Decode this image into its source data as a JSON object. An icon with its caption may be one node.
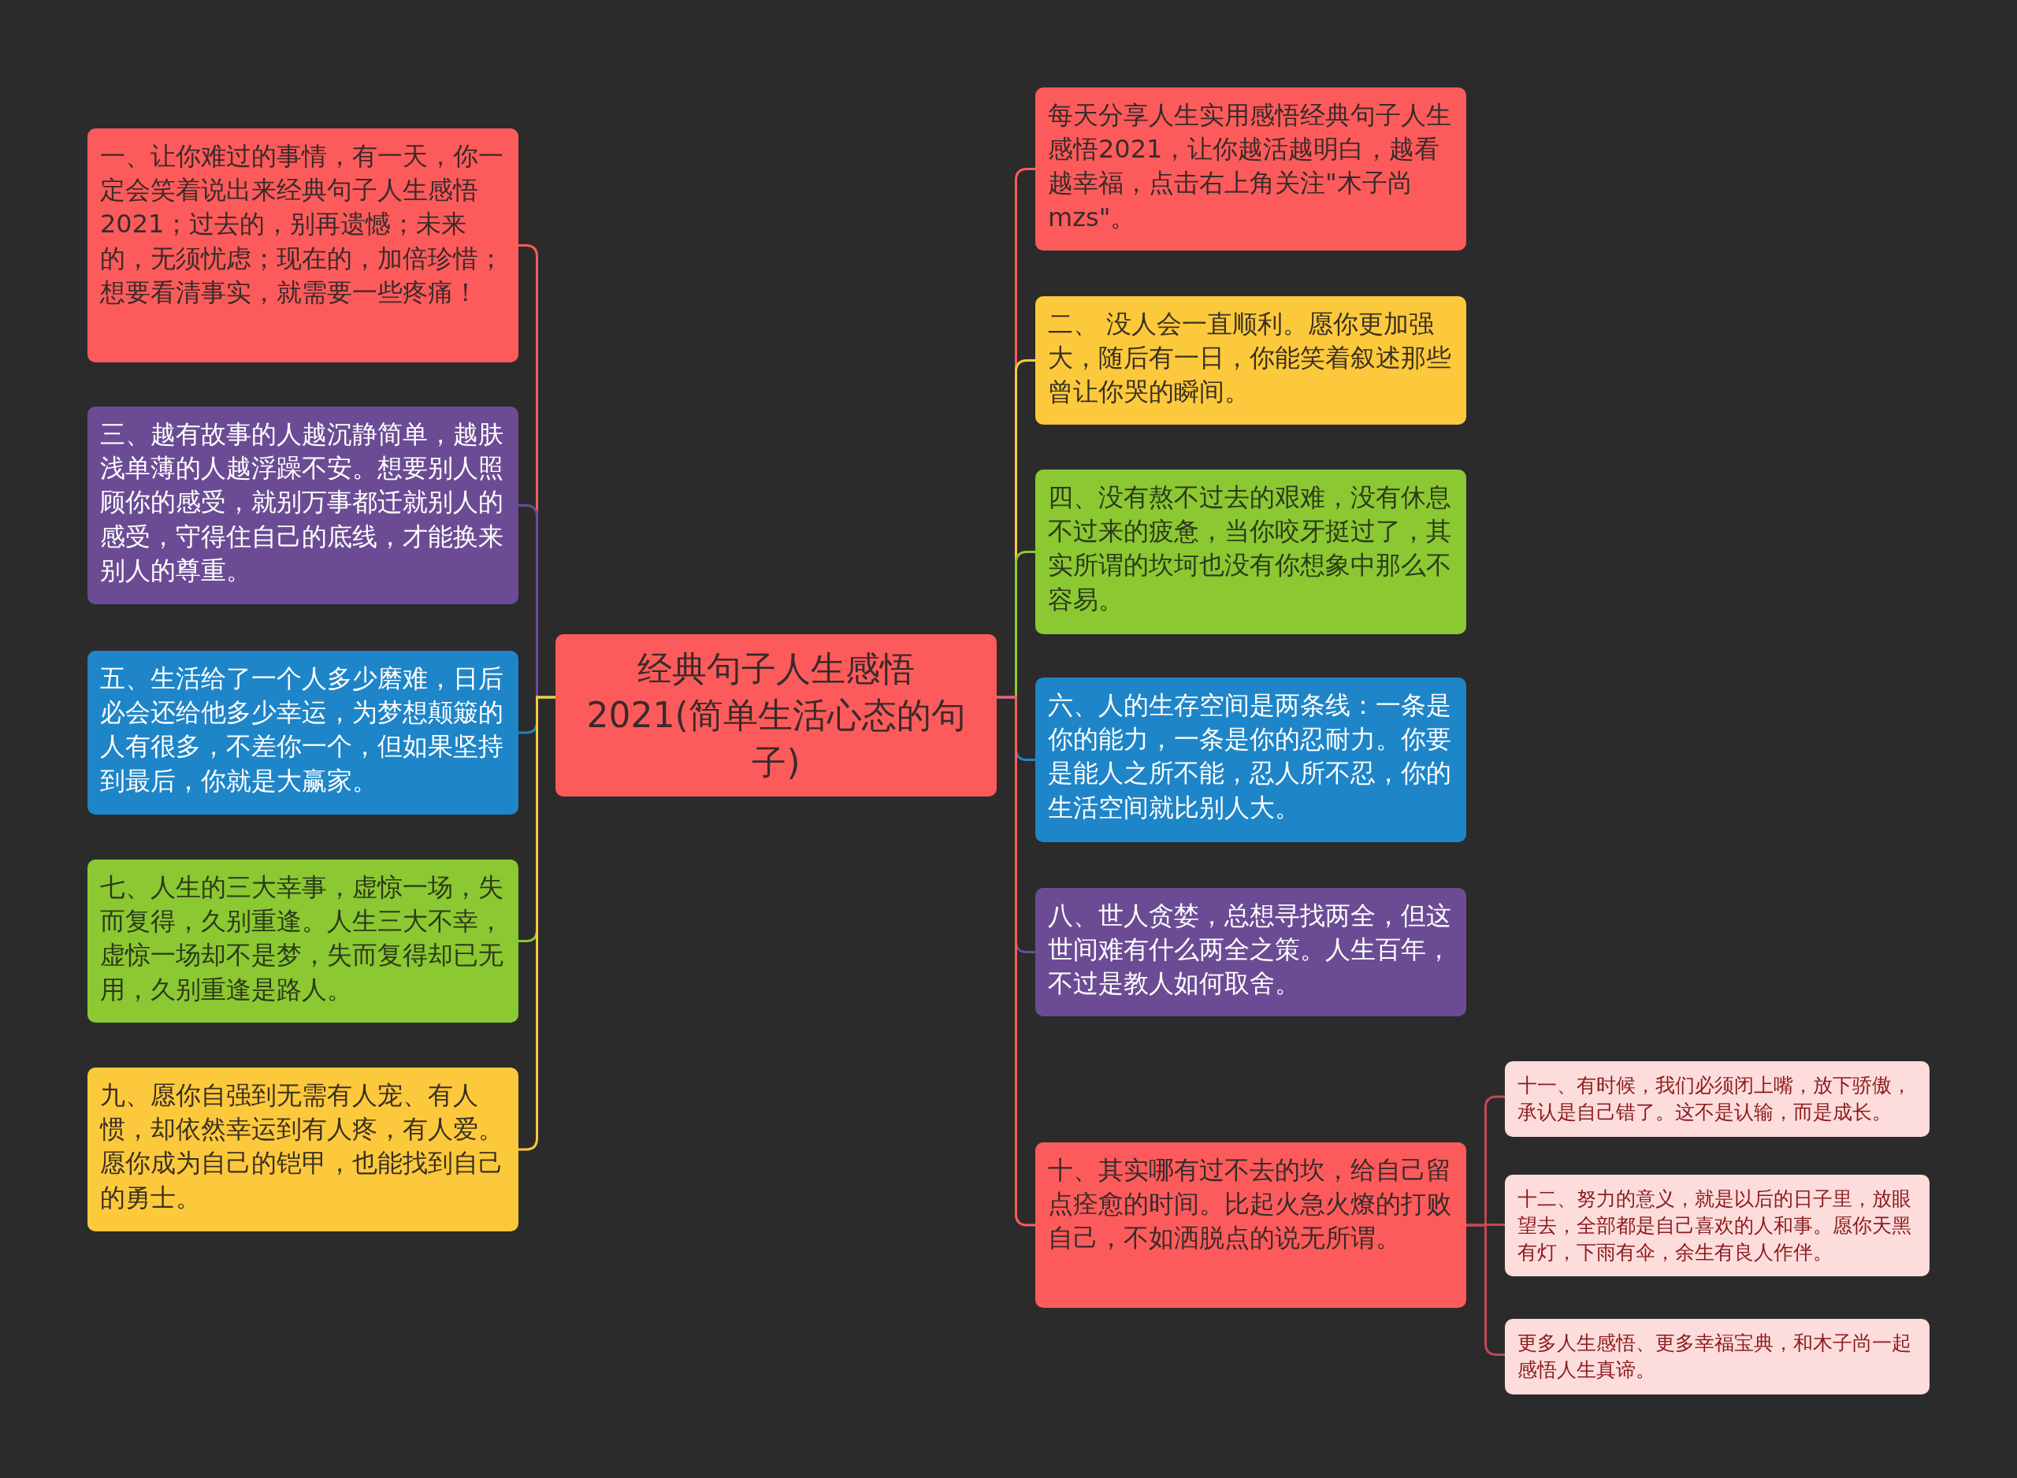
{
  "diagram": {
    "nodes": [
      {
        "text": [
          "经典句子人生感悟2021(简单生活心态的句子)"
        ]
      },
      {
        "text": [
          "每天分享人生实用感悟经典句子人生感悟2021，让你越活越明白，越看越幸福，点击右上角关注\"木子尚mzs\"。"
        ]
      },
      {
        "text": [
          "一、让你难过的事情，有一天，你一定会笑着说出来经典句子人生感悟2021；过去的，别再遗憾；未来的，无须忧虑；现在的，加倍珍惜；想要看清事实，就需要一些疼痛！"
        ]
      },
      {
        "text": [
          "二、 没人会一直顺利。愿你更加强大，随后有一日，你能笑着叙述那些曾让你哭的瞬间。"
        ]
      },
      {
        "text": [
          "三、越有故事的人越沉静简单，越肤浅单薄的人越浮躁不安。想要别人照顾你的感受，就别万事都迁就别人的感受，守得住自己的底线，才能换来别人的尊重。"
        ]
      },
      {
        "text": [
          "四、没有熬不过去的艰难，没有休息不过来的疲惫，当你咬牙挺过了，其实所谓的坎坷也没有你想象中那么不容易。"
        ]
      },
      {
        "text": [
          "五、生活给了一个人多少磨难，日后必会还给他多少幸运，为梦想颠簸的人有很多，不差你一个，但如果坚持到最后，你就是大赢家。"
        ]
      },
      {
        "text": [
          "六、人的生存空间是两条线：一条是你的能力，一条是你的忍耐力。你要是能人之所不能，忍人所不忍，你的生活空间就比别人大。"
        ]
      },
      {
        "text": [
          "七、人生的三大幸事，虚惊一场，失而复得，久别重逢。人生三大不幸，虚惊一场却不是梦，失而复得却已无用，久别重逢是路人。"
        ]
      },
      {
        "text": [
          "八、世人贪婪，总想寻找两全，但这世间难有什么两全之策。人生百年，不过是教人如何取舍。"
        ]
      },
      {
        "text": [
          "九、愿你自强到无需有人宠、有人惯，却依然幸运到有人疼，有人爱。愿你成为自己的铠甲，也能找到自己的勇士。"
        ]
      },
      {
        "text": [
          "十、其实哪有过不去的坎，给自己留点痊愈的时间。比起火急火燎的打败自己，不如洒脱点的说无所谓。"
        ]
      },
      {
        "text": [
          "十一、有时候，我们必须闭上嘴，放下骄傲，承认是自己错了。这不是认输，而是成长。"
        ]
      },
      {
        "text": [
          "十二、努力的意义，就是以后的日子里，放眼望去，全部都是自己喜欢的人和事。愿你天黑有灯，下雨有伞，余生有良人作伴。"
        ]
      },
      {
        "text": [
          "更多人生感悟、更多幸福宝典，和木子尚一起感悟人生真谛。"
        ]
      }
    ],
    "edges": [
      {
        "from": 0,
        "to": 1,
        "arrow": "none",
        "color": "#fd5b5b"
      },
      {
        "from": 0,
        "to": 2,
        "arrow": "none",
        "color": "#fd5b5b"
      },
      {
        "from": 0,
        "to": 3,
        "arrow": "none",
        "color": "#fdc93c"
      },
      {
        "from": 0,
        "to": 4,
        "arrow": "none",
        "color": "#6b4c94"
      },
      {
        "from": 0,
        "to": 5,
        "arrow": "none",
        "color": "#8cc832"
      },
      {
        "from": 0,
        "to": 6,
        "arrow": "none",
        "color": "#1e85c8"
      },
      {
        "from": 0,
        "to": 7,
        "arrow": "none",
        "color": "#1e85c8"
      },
      {
        "from": 0,
        "to": 8,
        "arrow": "none",
        "color": "#8cc832"
      },
      {
        "from": 0,
        "to": 9,
        "arrow": "none",
        "color": "#6b4c94"
      },
      {
        "from": 0,
        "to": 10,
        "arrow": "none",
        "color": "#fdc93c"
      },
      {
        "from": 0,
        "to": 11,
        "arrow": "none",
        "color": "#fd5b5b"
      },
      {
        "from": 11,
        "to": 12,
        "arrow": "none",
        "color": "#c04a55"
      },
      {
        "from": 11,
        "to": 13,
        "arrow": "none",
        "color": "#c04a55"
      },
      {
        "from": 11,
        "to": 14,
        "arrow": "none",
        "color": "#c04a55"
      }
    ]
  }
}
